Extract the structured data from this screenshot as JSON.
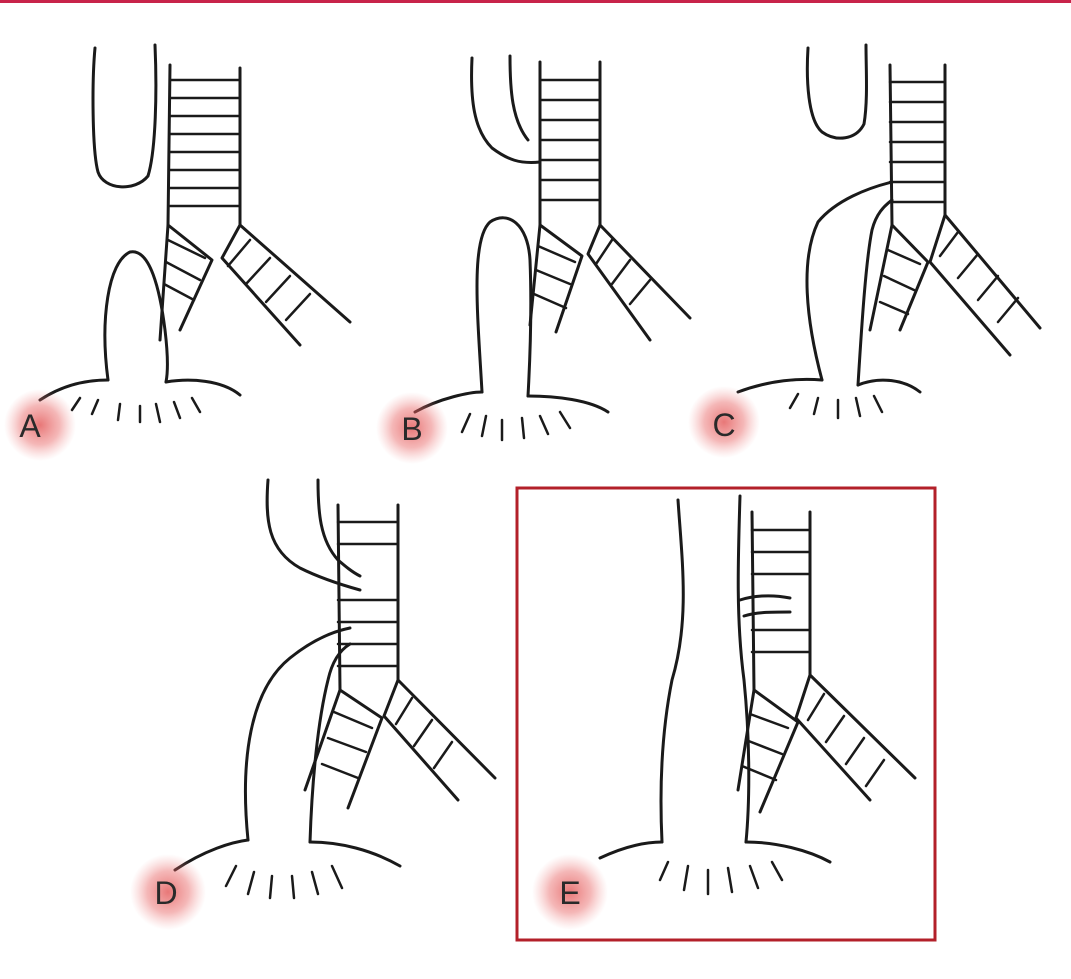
{
  "figure": {
    "panels": [
      {
        "id": "A",
        "label": "A",
        "highlighted": false
      },
      {
        "id": "B",
        "label": "B",
        "highlighted": false
      },
      {
        "id": "C",
        "label": "C",
        "highlighted": false
      },
      {
        "id": "D",
        "label": "D",
        "highlighted": false
      },
      {
        "id": "E",
        "label": "E",
        "highlighted": true
      }
    ]
  },
  "colors": {
    "top_rule": "#c8234a",
    "label_glow": "#e04a4a",
    "highlight_box": "#b3202a",
    "ink": "#1a1a1a"
  }
}
